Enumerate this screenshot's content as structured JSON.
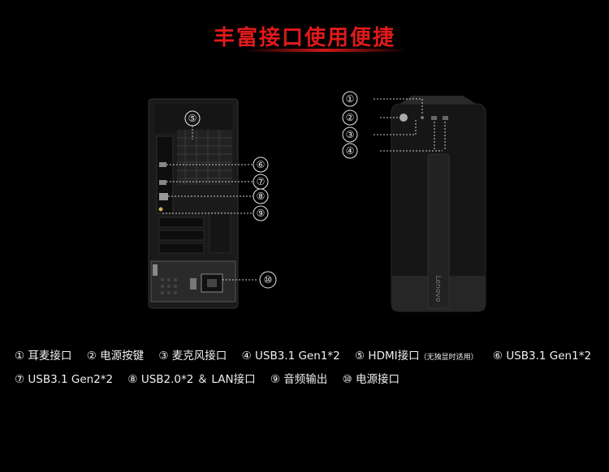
{
  "title": "丰富接口使用便捷",
  "callouts_left": [
    "⑤",
    "⑥",
    "⑦",
    "⑧",
    "⑨",
    "⑩"
  ],
  "callouts_right": [
    "①",
    "②",
    "③",
    "④"
  ],
  "brand": "Lenovo",
  "legend_row1": [
    "① 耳麦接口",
    "② 电源按键",
    "③ 麦克风接口",
    "④ USB3.1 Gen1*2",
    "⑤ HDMI接口",
    "⑥ USB3.1  Gen1*2"
  ],
  "legend_hdmi_note": "（无独显时适用）",
  "legend_row2": [
    "⑦ USB3.1  Gen2*2",
    "⑧ USB2.0*2 ＆ LAN接口",
    "⑨ 音频输出",
    "⑩ 电源接口"
  ],
  "colors": {
    "title": "#e01a1a",
    "background": "#000000"
  }
}
